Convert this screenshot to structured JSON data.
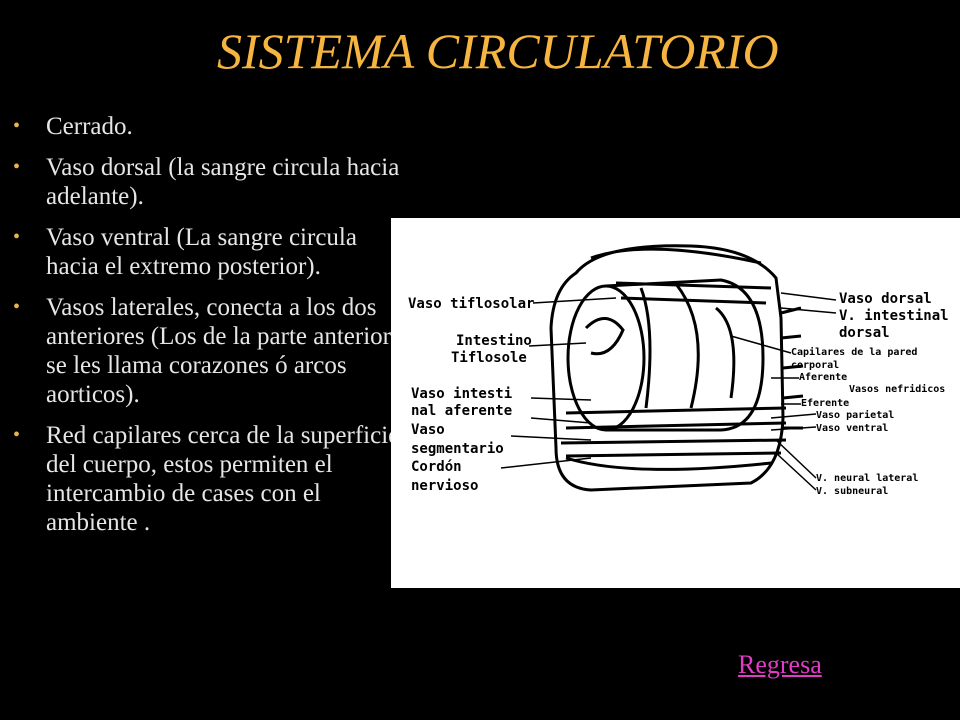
{
  "slide": {
    "title": "SISTEMA CIRCULATORIO"
  },
  "bullets": [
    "Cerrado.",
    "Vaso dorsal (la sangre circula hacia adelante).",
    "Vaso ventral (La sangre circula hacia el extremo posterior).",
    "Vasos laterales, conecta a los dos anteriores  (Los de la parte anterior se les llama corazones ó arcos aorticos).",
    "Red capilares cerca de la superficie del cuerpo, estos permiten el intercambio de cases con el ambiente ."
  ],
  "diagram": {
    "labels_left": {
      "vaso_tiflosolar": "Vaso tiflosolar",
      "intestino": "Intestino",
      "tiflosole": "Tiflosole",
      "vaso_intesti": "Vaso intesti",
      "nal_aferente": "nal aferente",
      "vaso": "Vaso",
      "segmentario": "segmentario",
      "cordon": "Cordón",
      "nervioso": "nervioso"
    },
    "labels_right": {
      "vaso_dorsal": "Vaso dorsal",
      "v_intestinal": "V. intestinal",
      "dorsal": "dorsal",
      "capilares": "Capilares de la pared",
      "corporal": "corporal",
      "aferente": "Aferente",
      "vasos_nefridicos": "Vasos nefridicos",
      "eferente": "Eferente",
      "vaso_parietal": "Vaso parietal",
      "vaso_ventral": "Vaso ventral",
      "v_neural_lateral": "V. neural lateral",
      "v_subneural": "V. subneural"
    }
  },
  "nav": {
    "back_link": "Regresa"
  }
}
